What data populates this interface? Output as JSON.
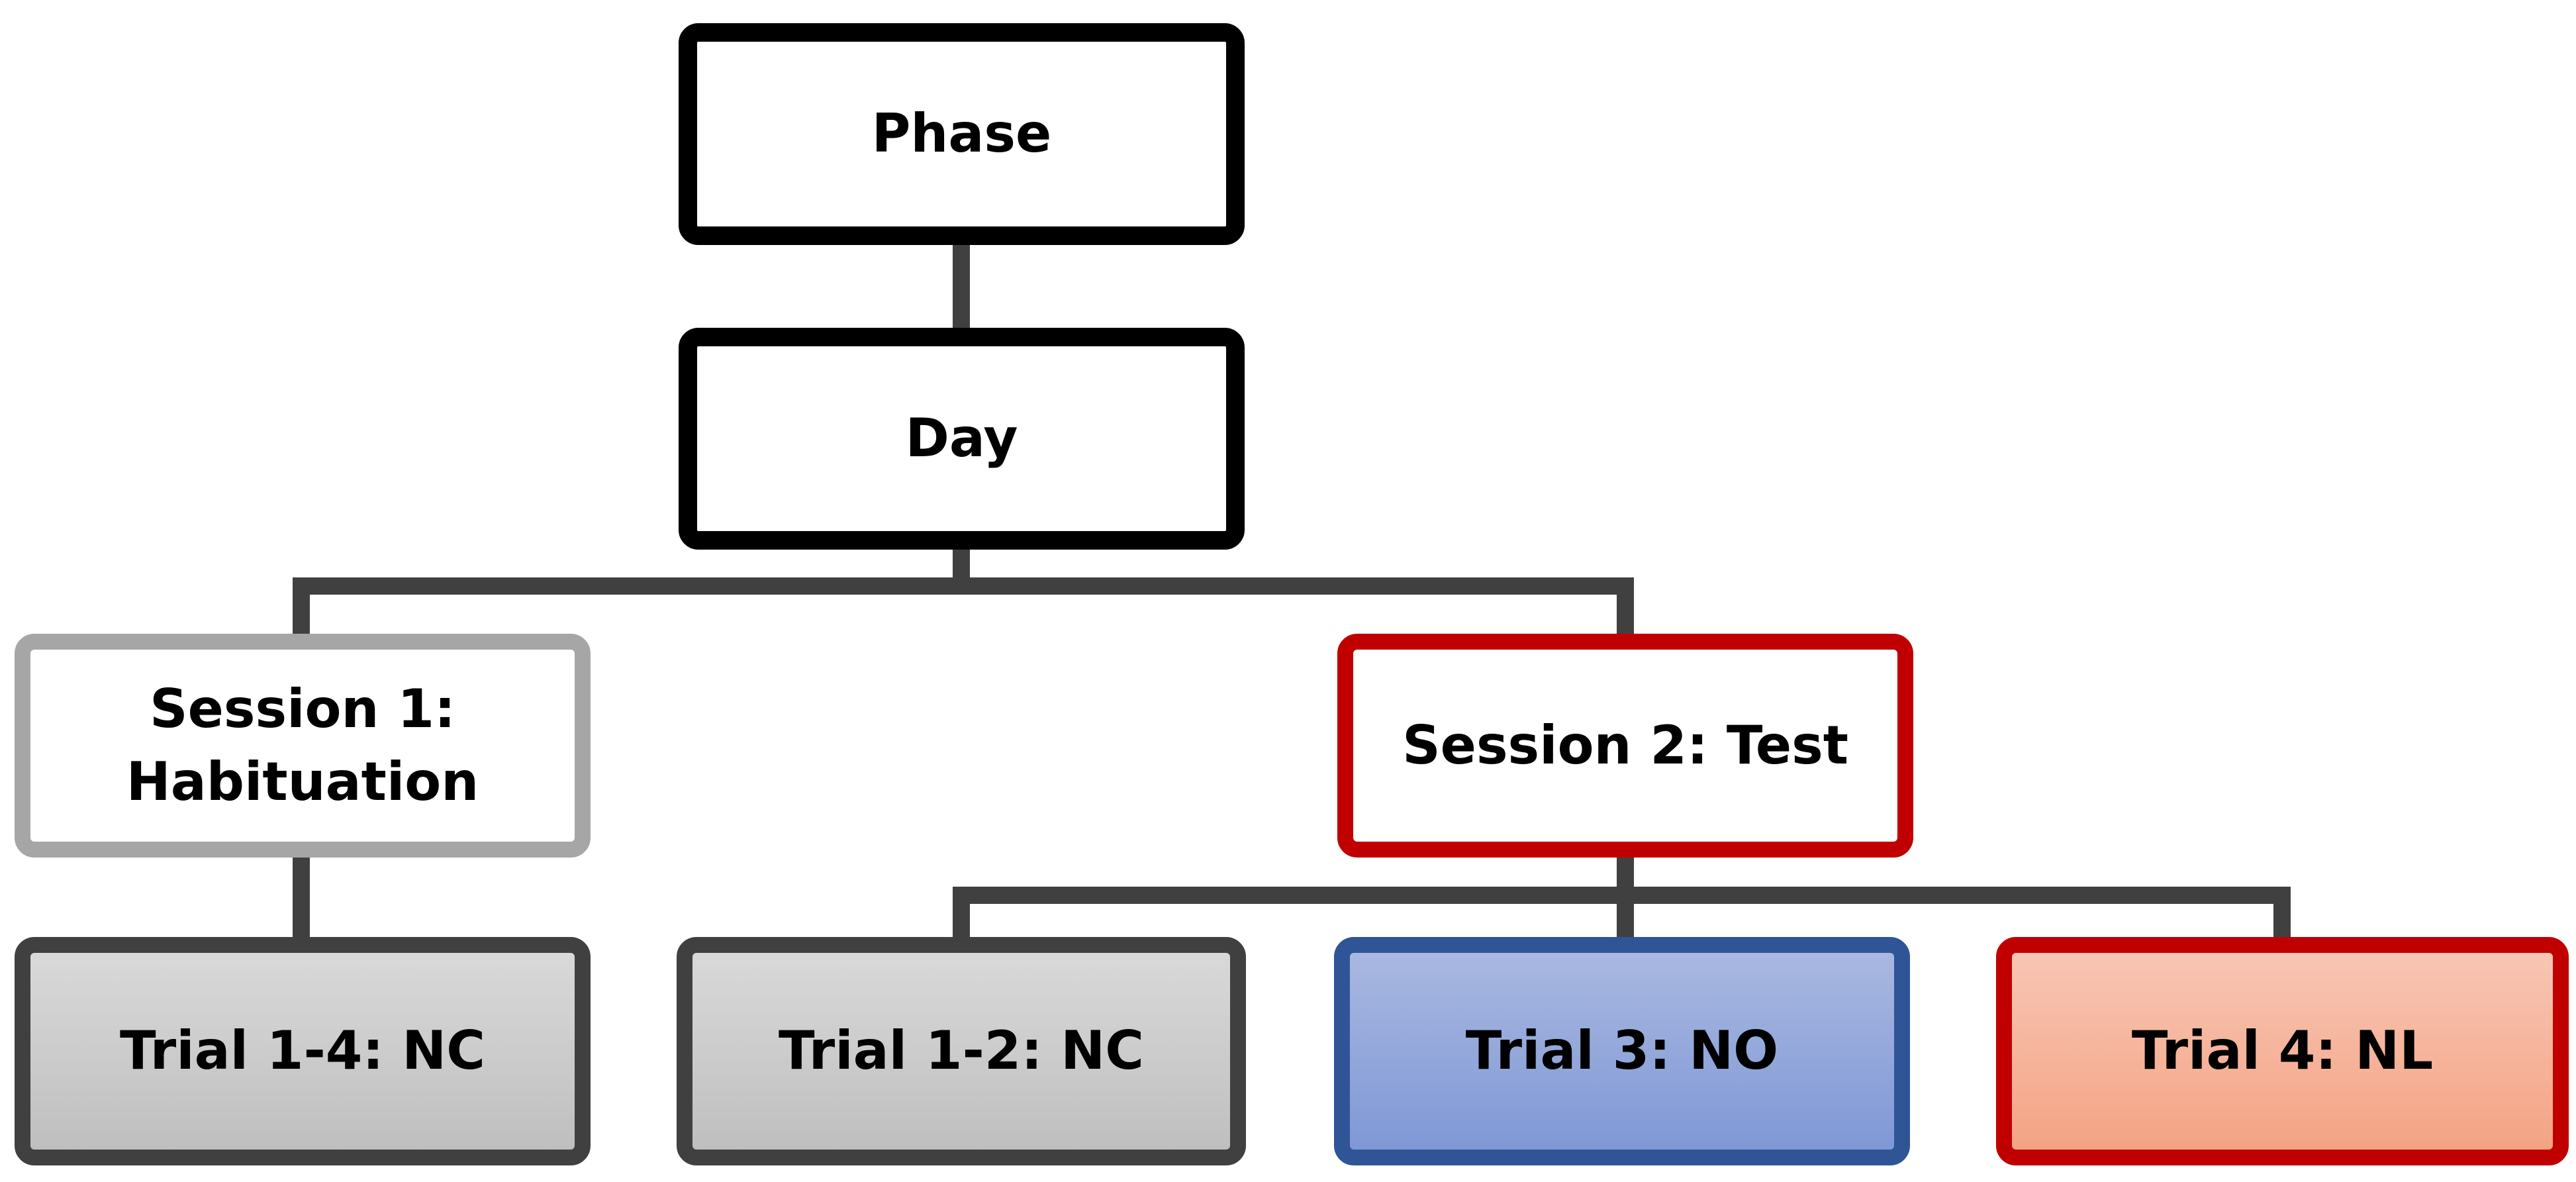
{
  "nodes": {
    "phase": "Phase",
    "day": "Day",
    "session_1": "Session 1:\nHabituation",
    "session_2": "Session 2: Test",
    "trial_1_4": "Trial 1-4: NC",
    "trial_1_2": "Trial 1-2: NC",
    "trial_3": "Trial 3: NO",
    "trial_4": "Trial 4: NL"
  },
  "colors": {
    "connector": "#404040",
    "phase_border": "#000000",
    "session_1_border": "#a6a6a6",
    "session_2_border": "#c00000",
    "nc_border": "#404040",
    "nc_fill": "#cfcfcf",
    "no_border": "#2f5597",
    "no_fill": "#94a8dc",
    "nl_border": "#c00000",
    "nl_fill": "#f6b49c"
  }
}
